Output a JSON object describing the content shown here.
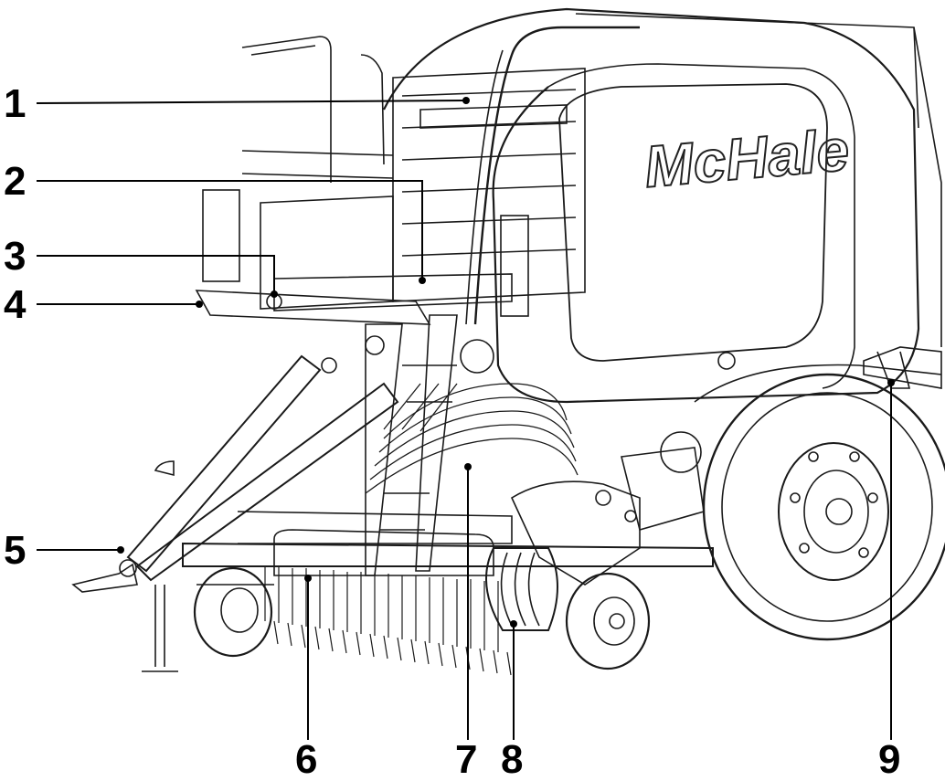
{
  "diagram": {
    "brand_label": "McHale",
    "callouts": [
      {
        "id": "1",
        "label": "1"
      },
      {
        "id": "2",
        "label": "2"
      },
      {
        "id": "3",
        "label": "3"
      },
      {
        "id": "4",
        "label": "4"
      },
      {
        "id": "5",
        "label": "5"
      },
      {
        "id": "6",
        "label": "6"
      },
      {
        "id": "7",
        "label": "7"
      },
      {
        "id": "8",
        "label": "8"
      },
      {
        "id": "9",
        "label": "9"
      }
    ]
  },
  "colors": {
    "ink": "#000000",
    "background": "#ffffff"
  }
}
